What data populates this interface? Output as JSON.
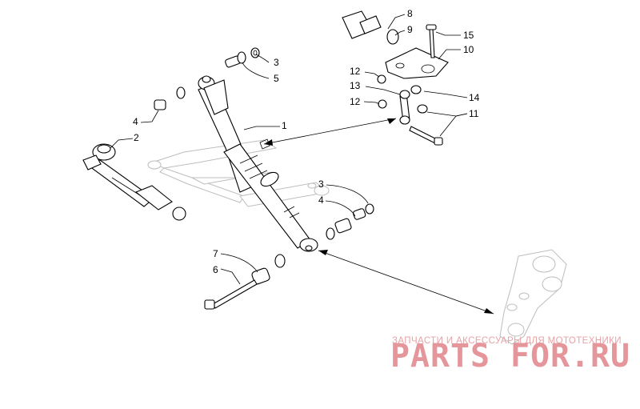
{
  "diagram": {
    "callouts": [
      "1",
      "2",
      "3",
      "4",
      "5",
      "6",
      "7",
      "8",
      "9",
      "10",
      "11",
      "12",
      "13",
      "14",
      "15"
    ],
    "callout_repeats": {
      "3b": "3",
      "4b": "4",
      "12b": "12"
    }
  },
  "watermark": {
    "tagline": "ЗАПЧАСТИ И АКСЕССУАРЫ ДЛЯ МОТОТЕХНИКИ",
    "brand": "PARTS FOR.RU"
  }
}
